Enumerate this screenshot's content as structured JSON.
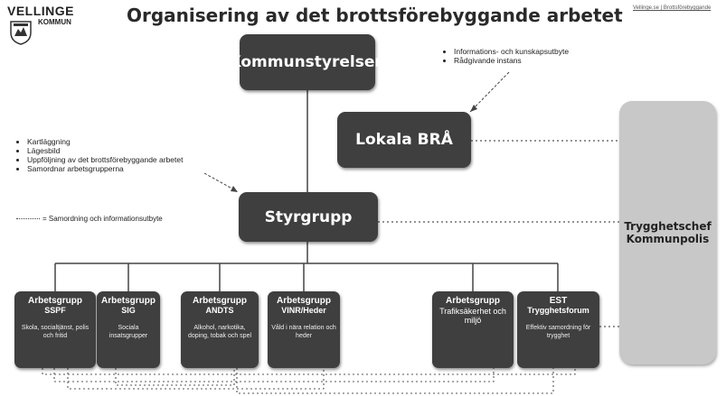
{
  "header": {
    "logo_name": "VELLINGE",
    "logo_sub": "KOMMUN",
    "title": "Organisering av det brottsförebyggande arbetet",
    "top_right": "Vellinge.se | Brottsförebyggande"
  },
  "nodes": {
    "kommunstyrelsen": "Kommunstyrelsen",
    "lokala_bra": "Lokala BRÅ",
    "styrgrupp": "Styrgrupp",
    "side_line1": "Trygghetschef",
    "side_line2": "Kommunpolis"
  },
  "notes_right": [
    "Informations- och kunskapsutbyte",
    "Rådgivande instans"
  ],
  "notes_left": [
    "Kartläggning",
    "Lägesbild",
    "Uppföljning av det brottsförebyggande arbetet",
    "Samordnar arbetsgrupperna"
  ],
  "legend_text": "= Samordning och informationsutbyte",
  "work_groups": [
    {
      "title": "Arbetsgrupp",
      "sub": "SSPF",
      "desc": "Skola, socialtjänst, polis och fritid"
    },
    {
      "title": "Arbetsgrupp",
      "sub": "SIG",
      "desc": "Sociala insatsgrupper"
    },
    {
      "title": "Arbetsgrupp",
      "sub": "ANDTS",
      "desc": "Alkohol, narkotika, doping, tobak och spel"
    },
    {
      "title": "Arbetsgrupp",
      "sub": "VINR/Heder",
      "desc": "Våld i nära relation och heder"
    },
    {
      "title": "Arbetsgrupp",
      "sub": "Trafiksäkerhet och miljö",
      "desc": ""
    },
    {
      "title": "EST",
      "sub": "Trygghetsforum",
      "desc": "Effektiv samordning för trygghet"
    }
  ],
  "colors": {
    "box_fill": "#3f3f3f",
    "side_fill": "#c8c8c8",
    "text_on_dark": "#ffffff"
  }
}
